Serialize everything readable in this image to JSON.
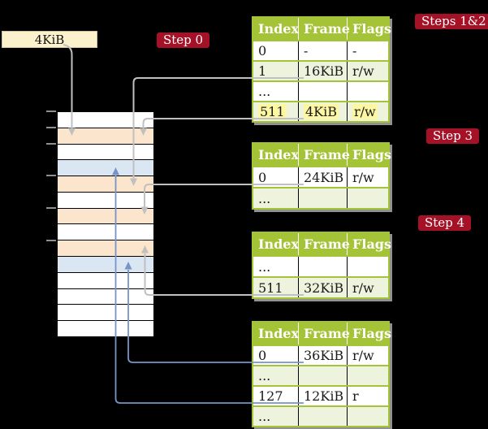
{
  "colors": {
    "background": "#000000",
    "table_header_green": "#a5c337",
    "table_row_shade_green": "#eef3de",
    "table_border_green": "#a5c337",
    "table_shadow_gray": "#919191",
    "highlight_yellow": "#fdf6a3",
    "badge_red": "#a51127",
    "frame_box_cream": "#fcf1cd",
    "memory_row_peach": "#fce5cd",
    "memory_row_blue": "#dae6f2",
    "memory_row_white": "#ffffff",
    "arrow_gray": "#c0c0c0",
    "arrow_blue": "#7694c7"
  },
  "frame_box": {
    "label": "4KiB"
  },
  "badges": [
    {
      "label": "Step 0"
    },
    {
      "label": "Steps 1&2"
    },
    {
      "label": "Step 3"
    },
    {
      "label": "Step 4"
    }
  ],
  "memory": {
    "rows": [
      "white",
      "peach",
      "white",
      "blue",
      "peach",
      "white",
      "peach",
      "white",
      "peach",
      "blue",
      "white",
      "white",
      "white",
      "white"
    ]
  },
  "tables": [
    {
      "headers": [
        "Index",
        "Frame",
        "Flags"
      ],
      "rows": [
        {
          "cells": [
            "0",
            "-",
            "-"
          ],
          "shaded": false,
          "highlighted": false
        },
        {
          "cells": [
            "1",
            "16KiB",
            "r/w"
          ],
          "shaded": true,
          "highlighted": false
        },
        {
          "cells": [
            "...",
            "",
            ""
          ],
          "shaded": false,
          "highlighted": false
        },
        {
          "cells": [
            "511",
            "4KiB",
            "r/w"
          ],
          "shaded": true,
          "highlighted": true
        }
      ]
    },
    {
      "headers": [
        "Index",
        "Frame",
        "Flags"
      ],
      "rows": [
        {
          "cells": [
            "0",
            "24KiB",
            "r/w"
          ],
          "shaded": false,
          "highlighted": false
        },
        {
          "cells": [
            "...",
            "",
            ""
          ],
          "shaded": true,
          "highlighted": false
        }
      ]
    },
    {
      "headers": [
        "Index",
        "Frame",
        "Flags"
      ],
      "rows": [
        {
          "cells": [
            "...",
            "",
            ""
          ],
          "shaded": false,
          "highlighted": false
        },
        {
          "cells": [
            "511",
            "32KiB",
            "r/w"
          ],
          "shaded": true,
          "highlighted": false
        }
      ]
    },
    {
      "headers": [
        "Index",
        "Frame",
        "Flags"
      ],
      "rows": [
        {
          "cells": [
            "0",
            "36KiB",
            "r/w"
          ],
          "shaded": false,
          "highlighted": false
        },
        {
          "cells": [
            "...",
            "",
            ""
          ],
          "shaded": true,
          "highlighted": false
        },
        {
          "cells": [
            "127",
            "12KiB",
            "r"
          ],
          "shaded": false,
          "highlighted": false
        },
        {
          "cells": [
            "...",
            "",
            ""
          ],
          "shaded": true,
          "highlighted": false
        }
      ]
    }
  ],
  "arrows": [
    {
      "name": "arrow-4kib-box-to-memory-frame",
      "color": "gray"
    },
    {
      "name": "arrow-table1-entry-1-to-16kib-frame",
      "color": "gray"
    },
    {
      "name": "arrow-table1-entry-511-to-4kib-frame",
      "color": "gray"
    },
    {
      "name": "arrow-table2-entry-0-to-24kib-frame",
      "color": "gray"
    },
    {
      "name": "arrow-table3-entry-511-to-32kib-frame",
      "color": "gray"
    },
    {
      "name": "arrow-table4-entry-0-to-36kib-frame",
      "color": "blue"
    },
    {
      "name": "arrow-table4-entry-127-to-12kib-frame",
      "color": "blue"
    }
  ]
}
